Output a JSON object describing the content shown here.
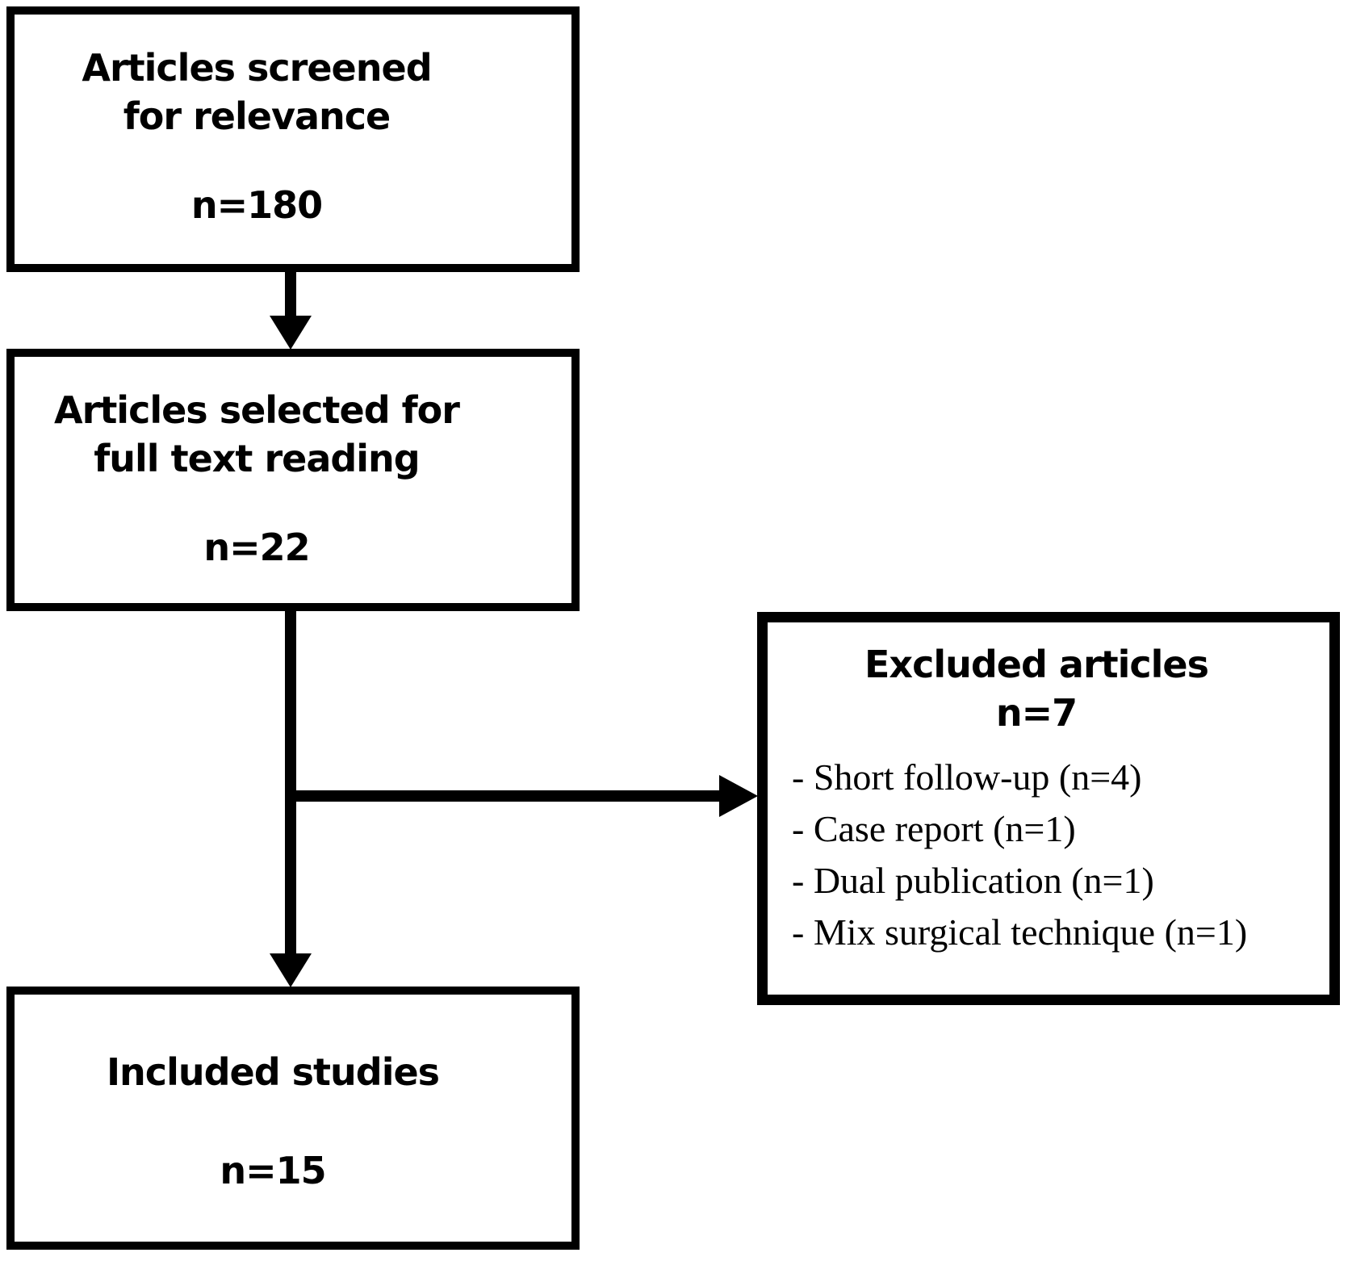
{
  "colors": {
    "ink": "#000000",
    "paper": "#ffffff"
  },
  "flowchart": {
    "screened": {
      "title_line1": "Articles screened",
      "title_line2": "for relevance",
      "count": "n=180"
    },
    "selected": {
      "title_line1": "Articles selected for",
      "title_line2": "full text reading",
      "count": "n=22"
    },
    "excluded": {
      "title": "Excluded articles",
      "count": "n=7",
      "reasons": [
        "- Short follow-up (n=4)",
        "- Case report (n=1)",
        "- Dual publication (n=1)",
        "- Mix surgical technique (n=1)"
      ]
    },
    "included": {
      "title_line1": "Included studies",
      "count": "n=15"
    }
  }
}
